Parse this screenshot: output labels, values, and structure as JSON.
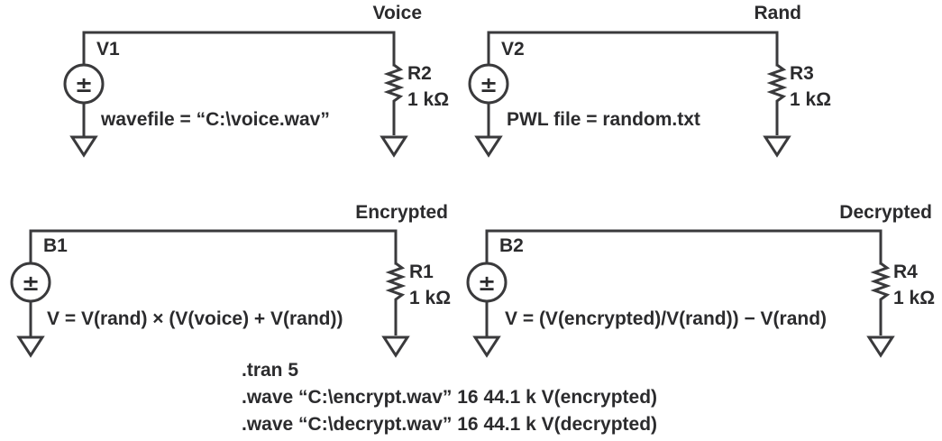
{
  "circuits": [
    {
      "net_label": "Voice",
      "source": {
        "name": "V1",
        "param": "wavefile = “C:\\voice.wav”"
      },
      "resistor": {
        "name": "R2",
        "value": "1 kΩ"
      }
    },
    {
      "net_label": "Rand",
      "source": {
        "name": "V2",
        "param": "PWL file = random.txt"
      },
      "resistor": {
        "name": "R3",
        "value": "1 kΩ"
      }
    },
    {
      "net_label": "Encrypted",
      "source": {
        "name": "B1",
        "param": "V = V(rand) × (V(voice) + V(rand))"
      },
      "resistor": {
        "name": "R1",
        "value": "1 kΩ"
      }
    },
    {
      "net_label": "Decrypted",
      "source": {
        "name": "B2",
        "param": "V = (V(encrypted)/V(rand)) − V(rand)"
      },
      "resistor": {
        "name": "R4",
        "value": "1 kΩ"
      }
    }
  ],
  "directives": [
    ".tran 5",
    ".wave “C:\\encrypt.wav” 16 44.1 k V(encrypted)",
    ".wave “C:\\decrypt.wav” 16 44.1 k V(decrypted)"
  ]
}
